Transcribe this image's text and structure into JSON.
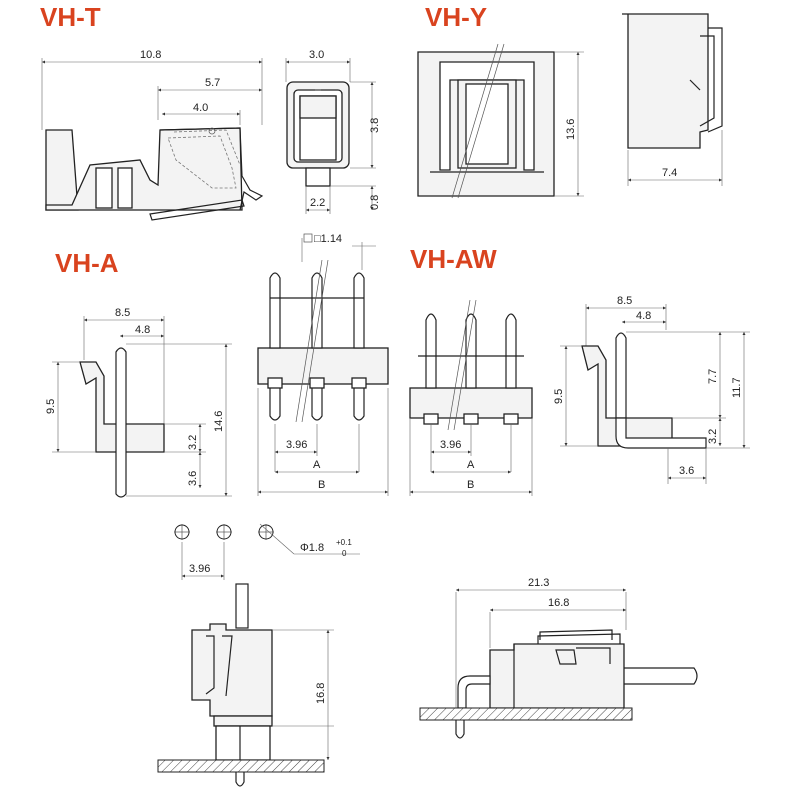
{
  "titles": {
    "vh_t": "VH-T",
    "vh_y": "VH-Y",
    "vh_a": "VH-A",
    "vh_aw": "VH-AW"
  },
  "dims": {
    "t_overall": "10.8",
    "t_mid": "5.7",
    "t_inner": "4.0",
    "t_end_width": "3.0",
    "t_end_height": "3.8",
    "t_end_tab": "2.2",
    "t_end_tab_h": "0.8",
    "y_height": "13.6",
    "y_side_width": "7.4",
    "a_pin_square": "□1.14",
    "a_width": "8.5",
    "a_offset": "4.8",
    "a_height": "9.5",
    "a_total": "14.6",
    "a_base": "3.2",
    "a_tail": "3.6",
    "a_pitch": "3.96",
    "a_span_a": "A",
    "a_span_b": "B",
    "aw_pitch": "3.96",
    "aw_span_a": "A",
    "aw_span_b": "B",
    "aw_width": "8.5",
    "aw_offset": "4.8",
    "aw_height": "9.5",
    "aw_upper": "7.7",
    "aw_total": "11.7",
    "aw_base": "3.2",
    "aw_tail": "3.6",
    "pcb_pitch": "3.96",
    "pcb_hole": "Φ1.8",
    "pcb_tol_plus": "+0.1",
    "pcb_tol_minus": "0",
    "mated_height": "16.8",
    "mated_w_total": "21.3",
    "mated_w_body": "16.8"
  }
}
